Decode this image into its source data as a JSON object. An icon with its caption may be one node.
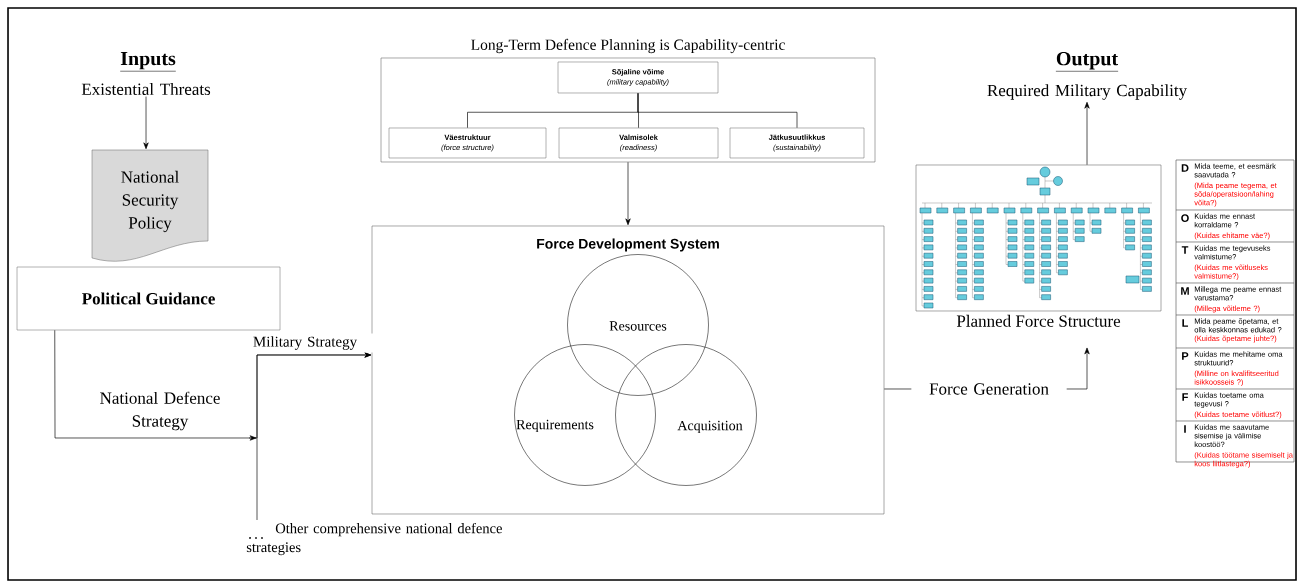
{
  "diagram": {
    "nodes": [
      {
        "text": [
          "Existential Threats"
        ]
      },
      {
        "text": [
          "National Security Policy"
        ]
      },
      {
        "text": [
          "Political Guidance"
        ]
      },
      {
        "text": [
          "Long-Term Defence Planning is Capability-centric"
        ]
      },
      {
        "text": [
          "Sõjaline võime",
          "(military capability)"
        ],
        "in": 3
      },
      {
        "text": [
          "Väestruktuur",
          "(force structure)"
        ],
        "in": 3
      },
      {
        "text": [
          "Valmisolek",
          "(readiness)"
        ],
        "in": 3
      },
      {
        "text": [
          "Jätkusuutlikkus",
          "(sustainability)"
        ],
        "in": 3
      },
      {
        "text": [
          "Force Development System"
        ]
      },
      {
        "text": [
          "Resources"
        ],
        "in": 8
      },
      {
        "text": [
          "Requirements"
        ],
        "in": 8
      },
      {
        "text": [
          "Acquisition"
        ],
        "in": 8
      },
      {
        "text": [
          "Planned Force Structure"
        ]
      },
      {
        "text": [
          "Required Military Capability"
        ]
      },
      {
        "text": [
          "Other comprehensive national defence strategies"
        ]
      }
    ],
    "edges": [
      {
        "from": 0,
        "to": 1,
        "arrow": "to"
      },
      {
        "from": 4,
        "to": 5,
        "arrow": "none"
      },
      {
        "from": 4,
        "to": 6,
        "arrow": "none"
      },
      {
        "from": 4,
        "to": 7,
        "arrow": "none"
      },
      {
        "from": 3,
        "to": 8,
        "arrow": "to"
      },
      {
        "from": 2,
        "to": 8,
        "arrow": "to",
        "label": "National Defence Strategy"
      },
      {
        "from": 14,
        "to": 8,
        "arrow": "to",
        "label": "Military Strategy"
      },
      {
        "from": 8,
        "to": 12,
        "arrow": "to",
        "label": "Force Generation"
      },
      {
        "from": 12,
        "to": 13,
        "arrow": "to"
      }
    ],
    "labels": [
      "Inputs",
      "Output",
      "D",
      "Mida teeme, et eesmärk saavutada ?",
      "(Mida peame tegema, et sõda/operatsioon/lahing võita?)",
      "O",
      "Kuidas me ennast korraldame ?",
      "(Kuidas ehitame väe?)",
      "T",
      "Kuidas me tegevuseks valmistume?",
      "(Kuidas me võitluseks valmistume?)",
      "M",
      "Millega me peame ennast varustama?",
      "(Millega võitleme ?)",
      "L",
      "Mida peame õpetama, et olla keskkonnas edukad ?",
      "(Kuidas õpetame juhte?)",
      "P",
      "Kuidas me mehitame oma struktuurid?",
      "(Milline on kvalifitseeritud isikkoosseis ?)",
      "F",
      "Kuidas toetame oma tegevusi ?",
      "(Kuidas toetame võitlust?)",
      "I",
      "Kuidas me saavutame sisemise ja välimise koostöö?",
      "(Kuidas töötame sisemiselt ja koos liitlastega?)"
    ]
  }
}
